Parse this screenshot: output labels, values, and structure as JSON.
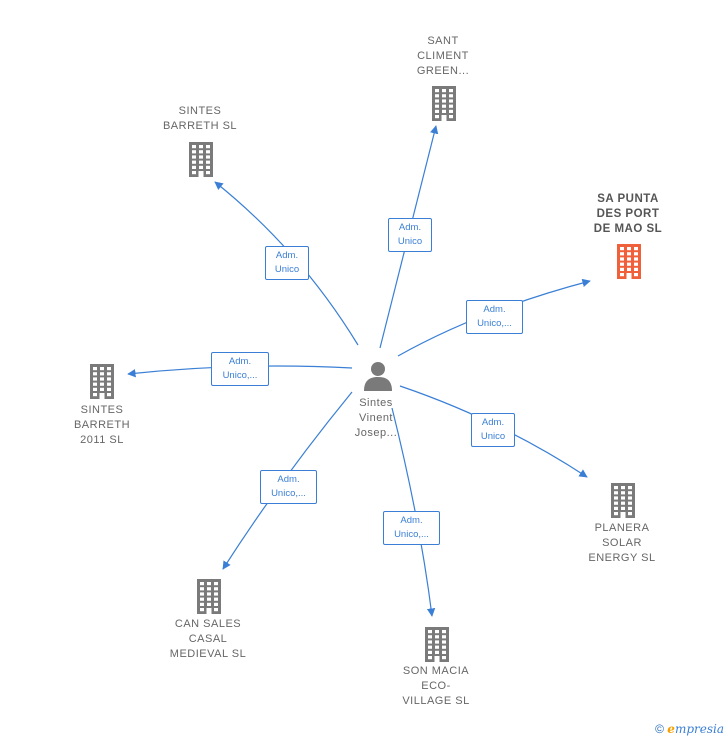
{
  "center": {
    "name_lines": "Sintes\nVinent\nJosep..."
  },
  "companies": [
    {
      "id": "sant-climent",
      "label": "SANT\nCLIMENT\nGREEN...",
      "highlight": false
    },
    {
      "id": "sintes-barreth",
      "label": "SINTES\nBARRETH  SL",
      "highlight": false
    },
    {
      "id": "sa-punta",
      "label": "SA PUNTA\nDES PORT\nDE MAO  SL",
      "highlight": true
    },
    {
      "id": "sintes-barreth-2011",
      "label": "SINTES\nBARRETH\n2011  SL",
      "highlight": false
    },
    {
      "id": "planera-solar",
      "label": "PLANERA\nSOLAR\nENERGY  SL",
      "highlight": false
    },
    {
      "id": "can-sales",
      "label": "CAN SALES\nCASAL\nMEDIEVAL  SL",
      "highlight": false
    },
    {
      "id": "son-macia",
      "label": "SON MACIA\nECO-\nVILLAGE  SL",
      "highlight": false
    }
  ],
  "roles": [
    {
      "target": "sant-climent",
      "line1": "Adm.",
      "line2": "Unico"
    },
    {
      "target": "sintes-barreth",
      "line1": "Adm.",
      "line2": "Unico"
    },
    {
      "target": "sa-punta",
      "line1": "Adm.",
      "line2": "Unico,..."
    },
    {
      "target": "sintes-barreth-2011",
      "line1": "Adm.",
      "line2": "Unico,..."
    },
    {
      "target": "planera-solar",
      "line1": "Adm.",
      "line2": "Unico"
    },
    {
      "target": "can-sales",
      "line1": "Adm.",
      "line2": "Unico,..."
    },
    {
      "target": "son-macia",
      "line1": "Adm.",
      "line2": "Unico,..."
    }
  ],
  "colors": {
    "edge": "#3a7fd5",
    "building": "#7a7a7a",
    "building_highlight": "#f0603a",
    "person": "#7a7a7a"
  },
  "footer": {
    "copyright": "©",
    "brand_first": "e",
    "brand_rest": "mpresia"
  }
}
